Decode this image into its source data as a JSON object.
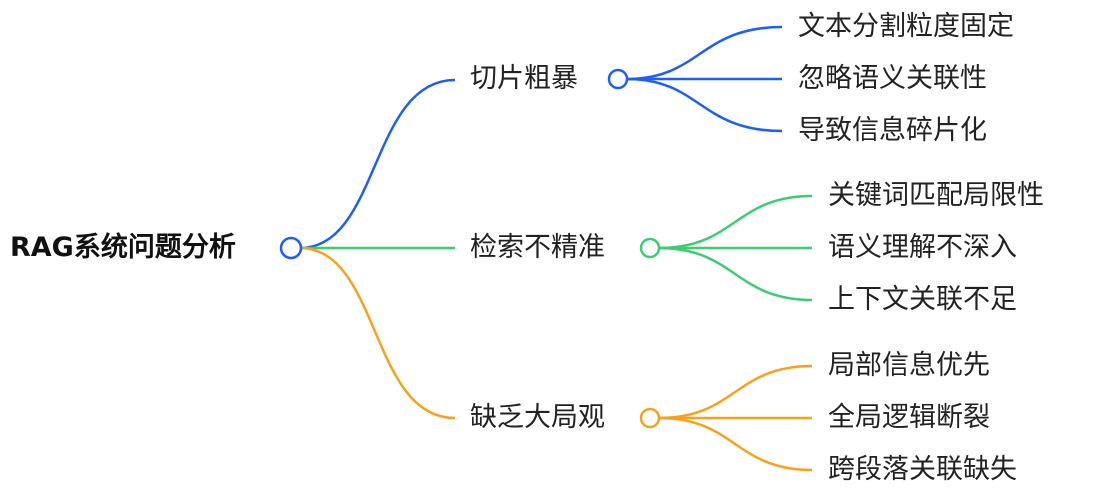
{
  "root": {
    "label": "RAG系统问题分析",
    "color": "#1f5ff5"
  },
  "branches": [
    {
      "label": "切片粗暴",
      "color": "#1f5ff5",
      "leaves": [
        "文本分割粒度固定",
        "忽略语义关联性",
        "导致信息碎片化"
      ]
    },
    {
      "label": "检索不精准",
      "color": "#3dcc73",
      "leaves": [
        "关键词匹配局限性",
        "语义理解不深入",
        "上下文关联不足"
      ]
    },
    {
      "label": "缺乏大局观",
      "color": "#f7a21b",
      "leaves": [
        "局部信息优先",
        "全局逻辑断裂",
        "跨段落关联缺失"
      ]
    }
  ]
}
